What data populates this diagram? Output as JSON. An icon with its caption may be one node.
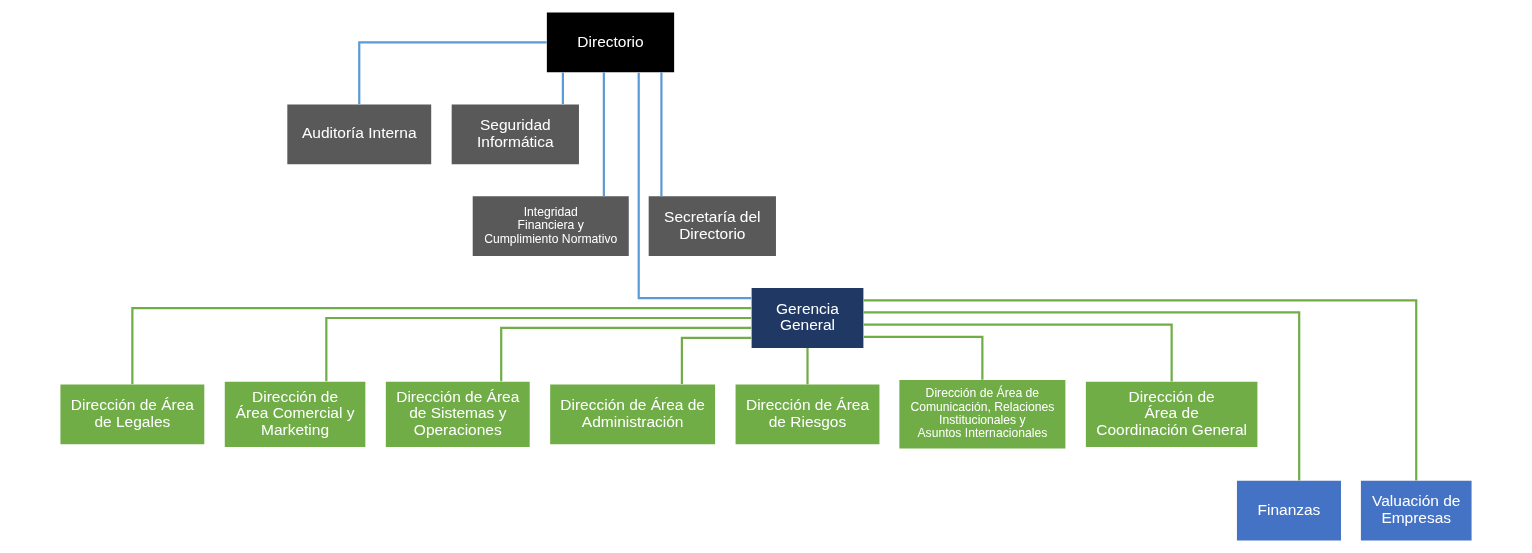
{
  "diagram": {
    "nodes": [
      {
        "text": [
          "Directorio"
        ]
      },
      {
        "text": [
          "Auditoría Interna"
        ]
      },
      {
        "text": [
          "Seguridad Informática"
        ]
      },
      {
        "text": [
          "Integridad Financiera y Cumplimiento Normativo"
        ]
      },
      {
        "text": [
          "Secretaría del Directorio"
        ]
      },
      {
        "text": [
          "Gerencia General"
        ]
      },
      {
        "text": [
          "Dirección de Área de Legales"
        ]
      },
      {
        "text": [
          "Dirección de Área Comercial y Marketing"
        ]
      },
      {
        "text": [
          "Dirección de Área de Sistemas y Operaciones"
        ]
      },
      {
        "text": [
          "Dirección de Área de Administración"
        ]
      },
      {
        "text": [
          "Dirección de Área de Riesgos"
        ]
      },
      {
        "text": [
          "Dirección de Área de Comunicación, Relaciones Institucionales y Asuntos Internacionales"
        ]
      },
      {
        "text": [
          "Dirección de Área de Coordinación General"
        ]
      },
      {
        "text": [
          "Finanzas"
        ]
      },
      {
        "text": [
          "Valuación de Empresas"
        ]
      }
    ],
    "edges": [
      {
        "from": 0,
        "to": 1,
        "arrow": "none",
        "color": "#5b9bd5"
      },
      {
        "from": 0,
        "to": 2,
        "arrow": "none",
        "color": "#5b9bd5"
      },
      {
        "from": 0,
        "to": 3,
        "arrow": "none",
        "color": "#5b9bd5"
      },
      {
        "from": 0,
        "to": 4,
        "arrow": "none",
        "color": "#5b9bd5"
      },
      {
        "from": 0,
        "to": 5,
        "arrow": "none",
        "color": "#5b9bd5"
      },
      {
        "from": 5,
        "to": 6,
        "arrow": "none"
      },
      {
        "from": 5,
        "to": 7,
        "arrow": "none"
      },
      {
        "from": 5,
        "to": 8,
        "arrow": "none"
      },
      {
        "from": 5,
        "to": 9,
        "arrow": "none"
      },
      {
        "from": 5,
        "to": 10,
        "arrow": "none"
      },
      {
        "from": 5,
        "to": 11,
        "arrow": "none"
      },
      {
        "from": 5,
        "to": 12,
        "arrow": "none"
      },
      {
        "from": 5,
        "to": 13,
        "arrow": "none"
      },
      {
        "from": 5,
        "to": 14,
        "arrow": "none"
      }
    ]
  }
}
